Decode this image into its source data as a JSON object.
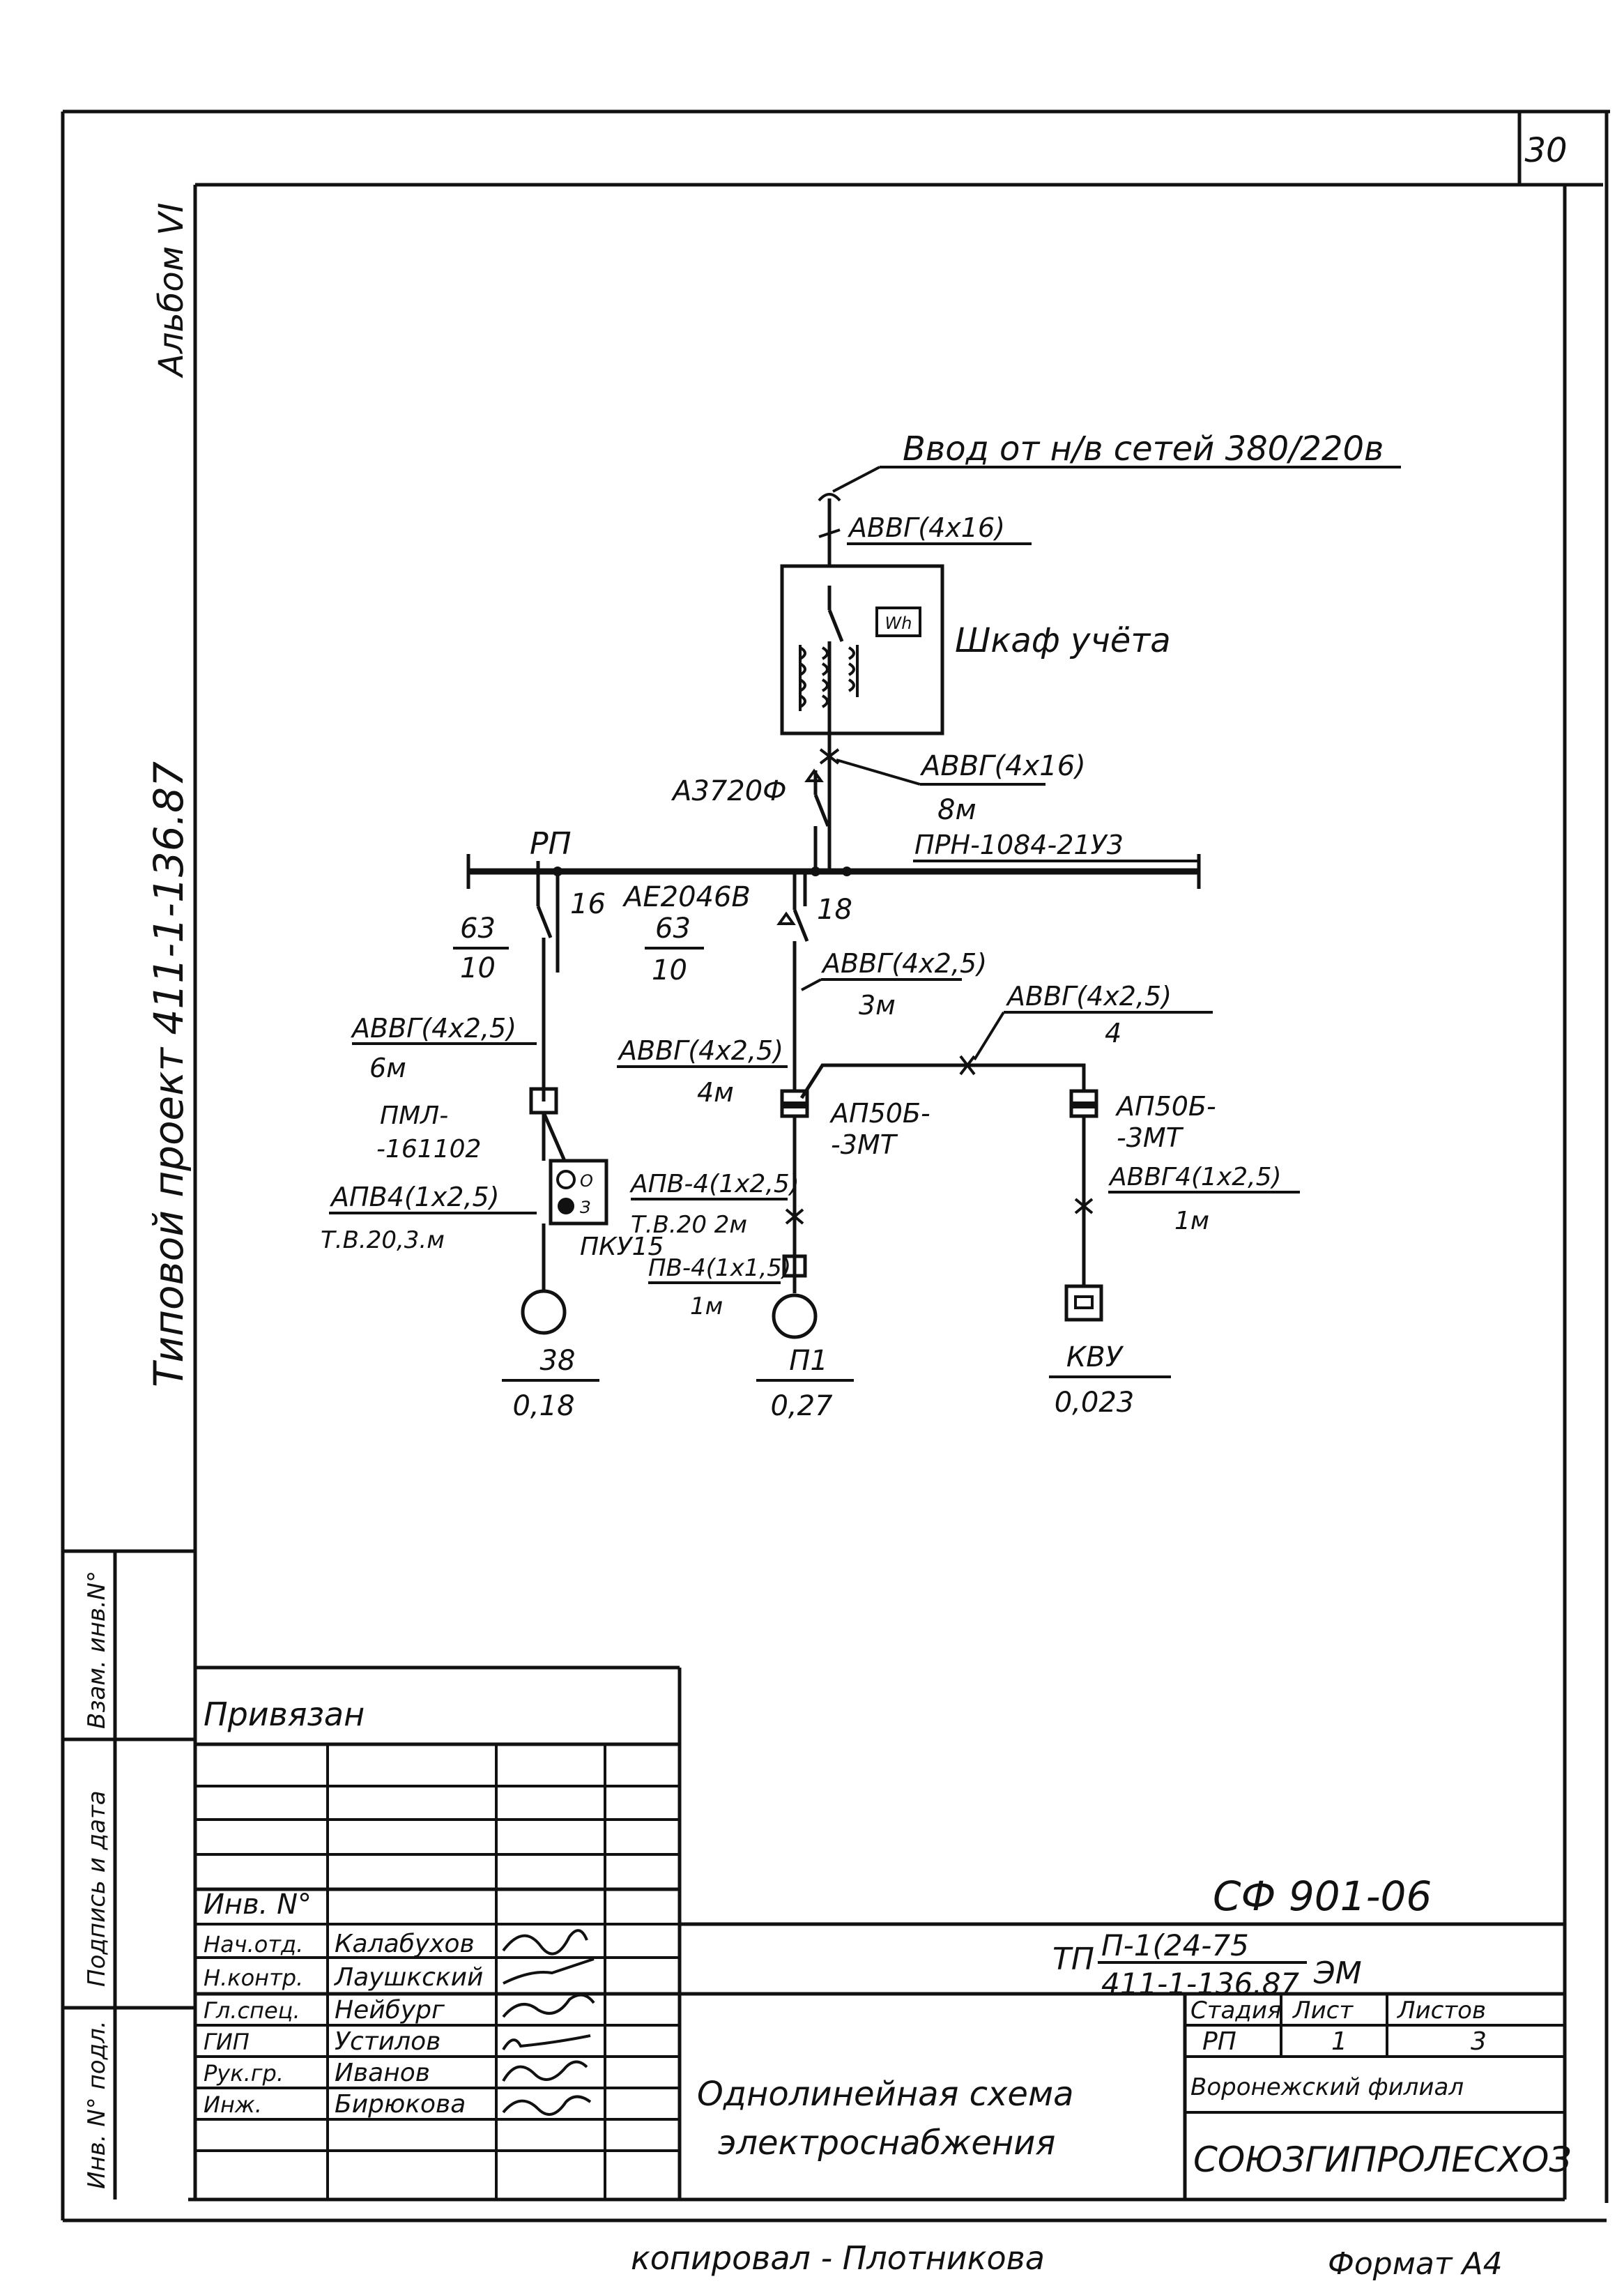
{
  "sheet": {
    "sheet_number": "30",
    "album_label": "Альбом VI",
    "project_label": "Типовой проект 411-1-136.87",
    "side_stamps": [
      "Взам. инв.N°",
      "Подпись и дата",
      "Инв. N° подл."
    ]
  },
  "diagram": {
    "input_label": "Ввод от н/в сетей 380/220в",
    "input_cable": "АВВГ(4х16)",
    "meter_cabinet": "Шкаф учёта",
    "meter_icon": "Wh",
    "cable_cabinet_out": "АВВГ(4х16)",
    "cable_cabinet_out_len": "8м",
    "main_breaker": "А3720Ф",
    "board_label": "РП",
    "board_type": "ПРН-1084-21У3",
    "breaker_type": "АЕ2046В",
    "feeder_1": {
      "rating_num": "63",
      "rating_den": "10",
      "number": "16",
      "cable": "АВВГ(4х2,5)",
      "cable_len": "6м",
      "starter": "ПМЛ-",
      "starter_2": "-161102",
      "control_post": "ПКУ15",
      "control_post_marks": [
        "О",
        "З"
      ],
      "cable_2": "АПВ4(1х2,5)",
      "cable_2_len": "Т.В.20,3.м",
      "load_name": "38",
      "load_power": "0,18"
    },
    "feeder_2": {
      "rating_num": "63",
      "rating_den": "10",
      "number": "18",
      "cable": "АВВГ(4х2,5)",
      "cable_len": "3м",
      "cable_b": "АВВГ(4х2,5)",
      "cable_b_len": "4м",
      "switch": "АП50Б-",
      "switch_2": "-3МТ",
      "cable_2": "АПВ-4(1х2,5)",
      "cable_2_len": "Т.В.20  2м",
      "cable_3": "ПВ-4(1х1,5)",
      "cable_3_len": "1м",
      "load_name": "П1",
      "load_power": "0,27"
    },
    "feeder_3": {
      "cable": "АВВГ(4х2,5)",
      "cable_len": "4",
      "switch": "АП50Б-",
      "switch_2": "-3МТ",
      "cable_2": "АВВГ4(1х2,5)",
      "cable_2_len": "1м",
      "load_name": "КВУ",
      "load_power": "0,023"
    }
  },
  "title_block": {
    "binding_label": "Привязан",
    "inv_label": "Инв. N°",
    "doc_code": "СФ 901-06",
    "tp_prefix": "ТП",
    "tp_num": "П-1(24-75",
    "tp_den": "411-1-136.87",
    "tp_suffix": "ЭМ",
    "staff": [
      {
        "role": "Нач.отд.",
        "name": "Калабухов"
      },
      {
        "role": "Н.контр.",
        "name": "Лаушкский"
      },
      {
        "role": "Гл.спец.",
        "name": "Нейбург"
      },
      {
        "role": "ГИП",
        "name": "Устилов"
      },
      {
        "role": "Рук.гр.",
        "name": "Иванов"
      },
      {
        "role": "Инж.",
        "name": "Бирюкова"
      }
    ],
    "drawing_title_1": "Однолинейная схема",
    "drawing_title_2": "электроснабжения",
    "stage_header": "Стадия",
    "sheet_header": "Лист",
    "sheets_header": "Листов",
    "stage": "РП",
    "sheet": "1",
    "sheets": "3",
    "org_1": "Воронежский филиал",
    "org_2": "СОЮЗГИПРОЛЕСХОЗ"
  },
  "footer": {
    "copied_by": "копировал - Плотникова",
    "format": "Формат А4"
  }
}
